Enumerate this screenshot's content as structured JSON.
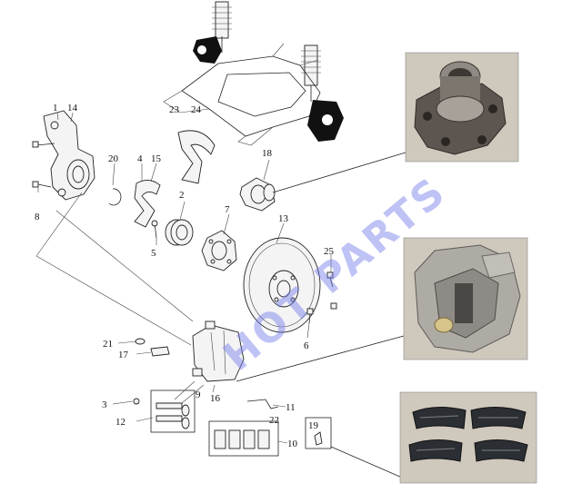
{
  "watermark": "HOT PARTS",
  "callouts": {
    "n1": "1",
    "n14": "14",
    "n20": "20",
    "n4": "4",
    "n15": "15",
    "n23": "23",
    "n24": "24",
    "n18": "18",
    "n8": "8",
    "n2": "2",
    "n5": "5",
    "n7": "7",
    "n13": "13",
    "n25": "25",
    "n6": "6",
    "n21": "21",
    "n17": "17",
    "n3": "3",
    "n12": "12",
    "n9": "9",
    "n16": "16",
    "n11": "11",
    "n22": "22",
    "n19": "19",
    "n10": "10"
  },
  "photos": [
    {
      "subject": "wheel-hub"
    },
    {
      "subject": "brake-caliper"
    },
    {
      "subject": "brake-pads"
    }
  ]
}
